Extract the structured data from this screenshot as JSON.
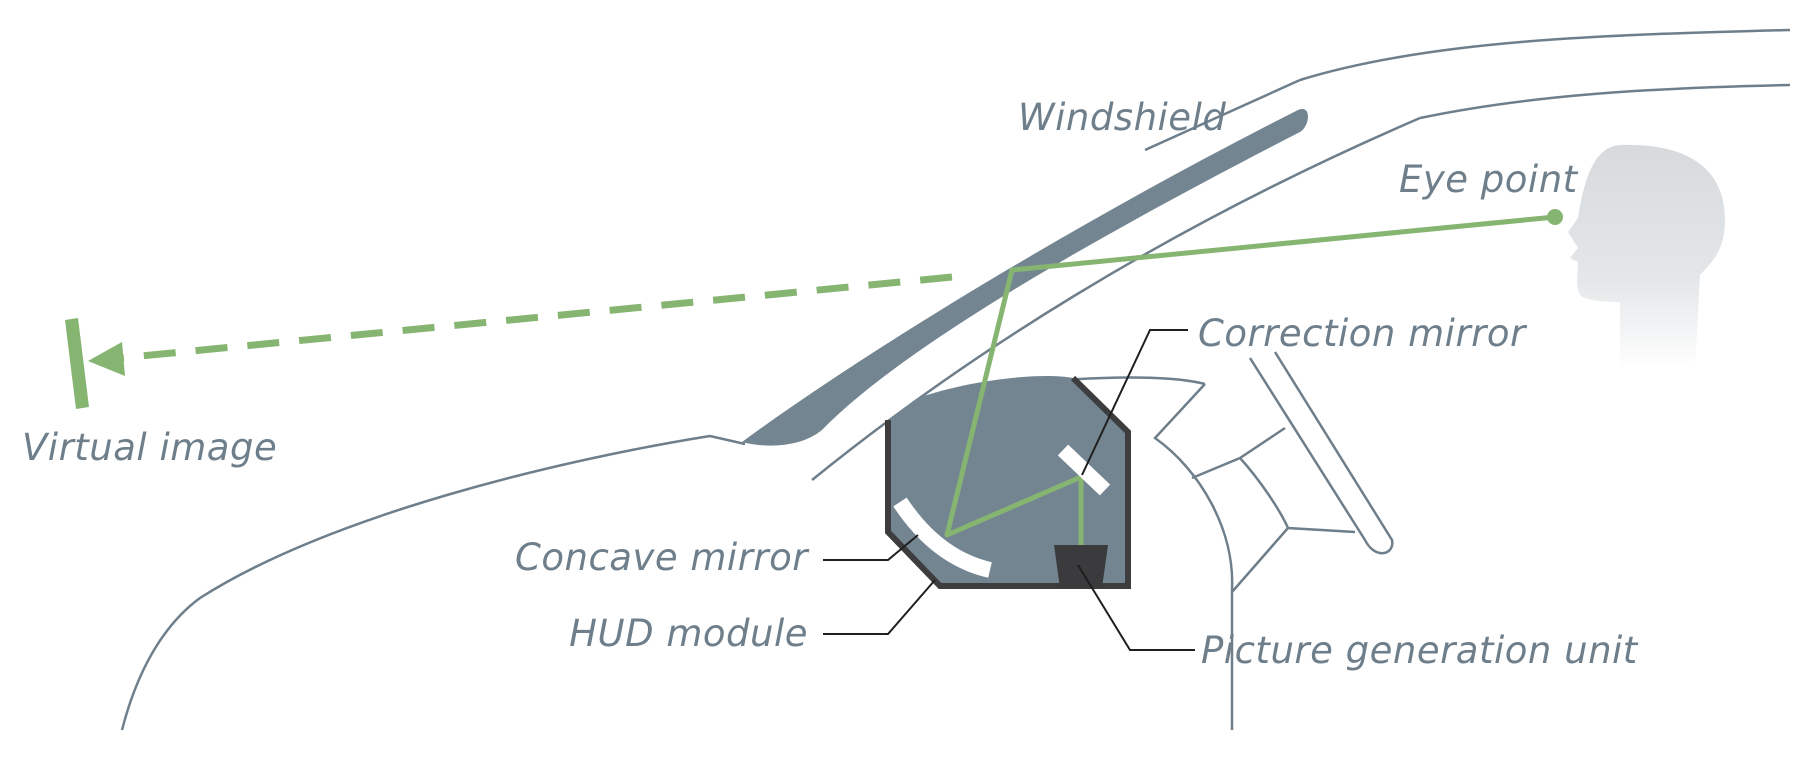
{
  "colors": {
    "outline": "#6e7f8b",
    "fill": "#748592",
    "module_border": "#3d3d3f",
    "optics_green": "#86b471",
    "pgu": "#3b3b3d",
    "mirror_white": "#ffffff",
    "leader": "#1f1f1f",
    "label_text": "#6e7f8b",
    "head_top": "#d7dadc"
  },
  "labels": {
    "windshield": "Windshield",
    "eye_point": "Eye point",
    "correction_mirror": "Correction mirror",
    "virtual_image": "Virtual image",
    "concave_mirror": "Concave mirror",
    "hud_module": "HUD module",
    "picture_generation_unit": "Picture generation unit"
  },
  "icons": {
    "head": "driver-head-silhouette-icon",
    "arrow": "arrowhead-left-icon"
  }
}
